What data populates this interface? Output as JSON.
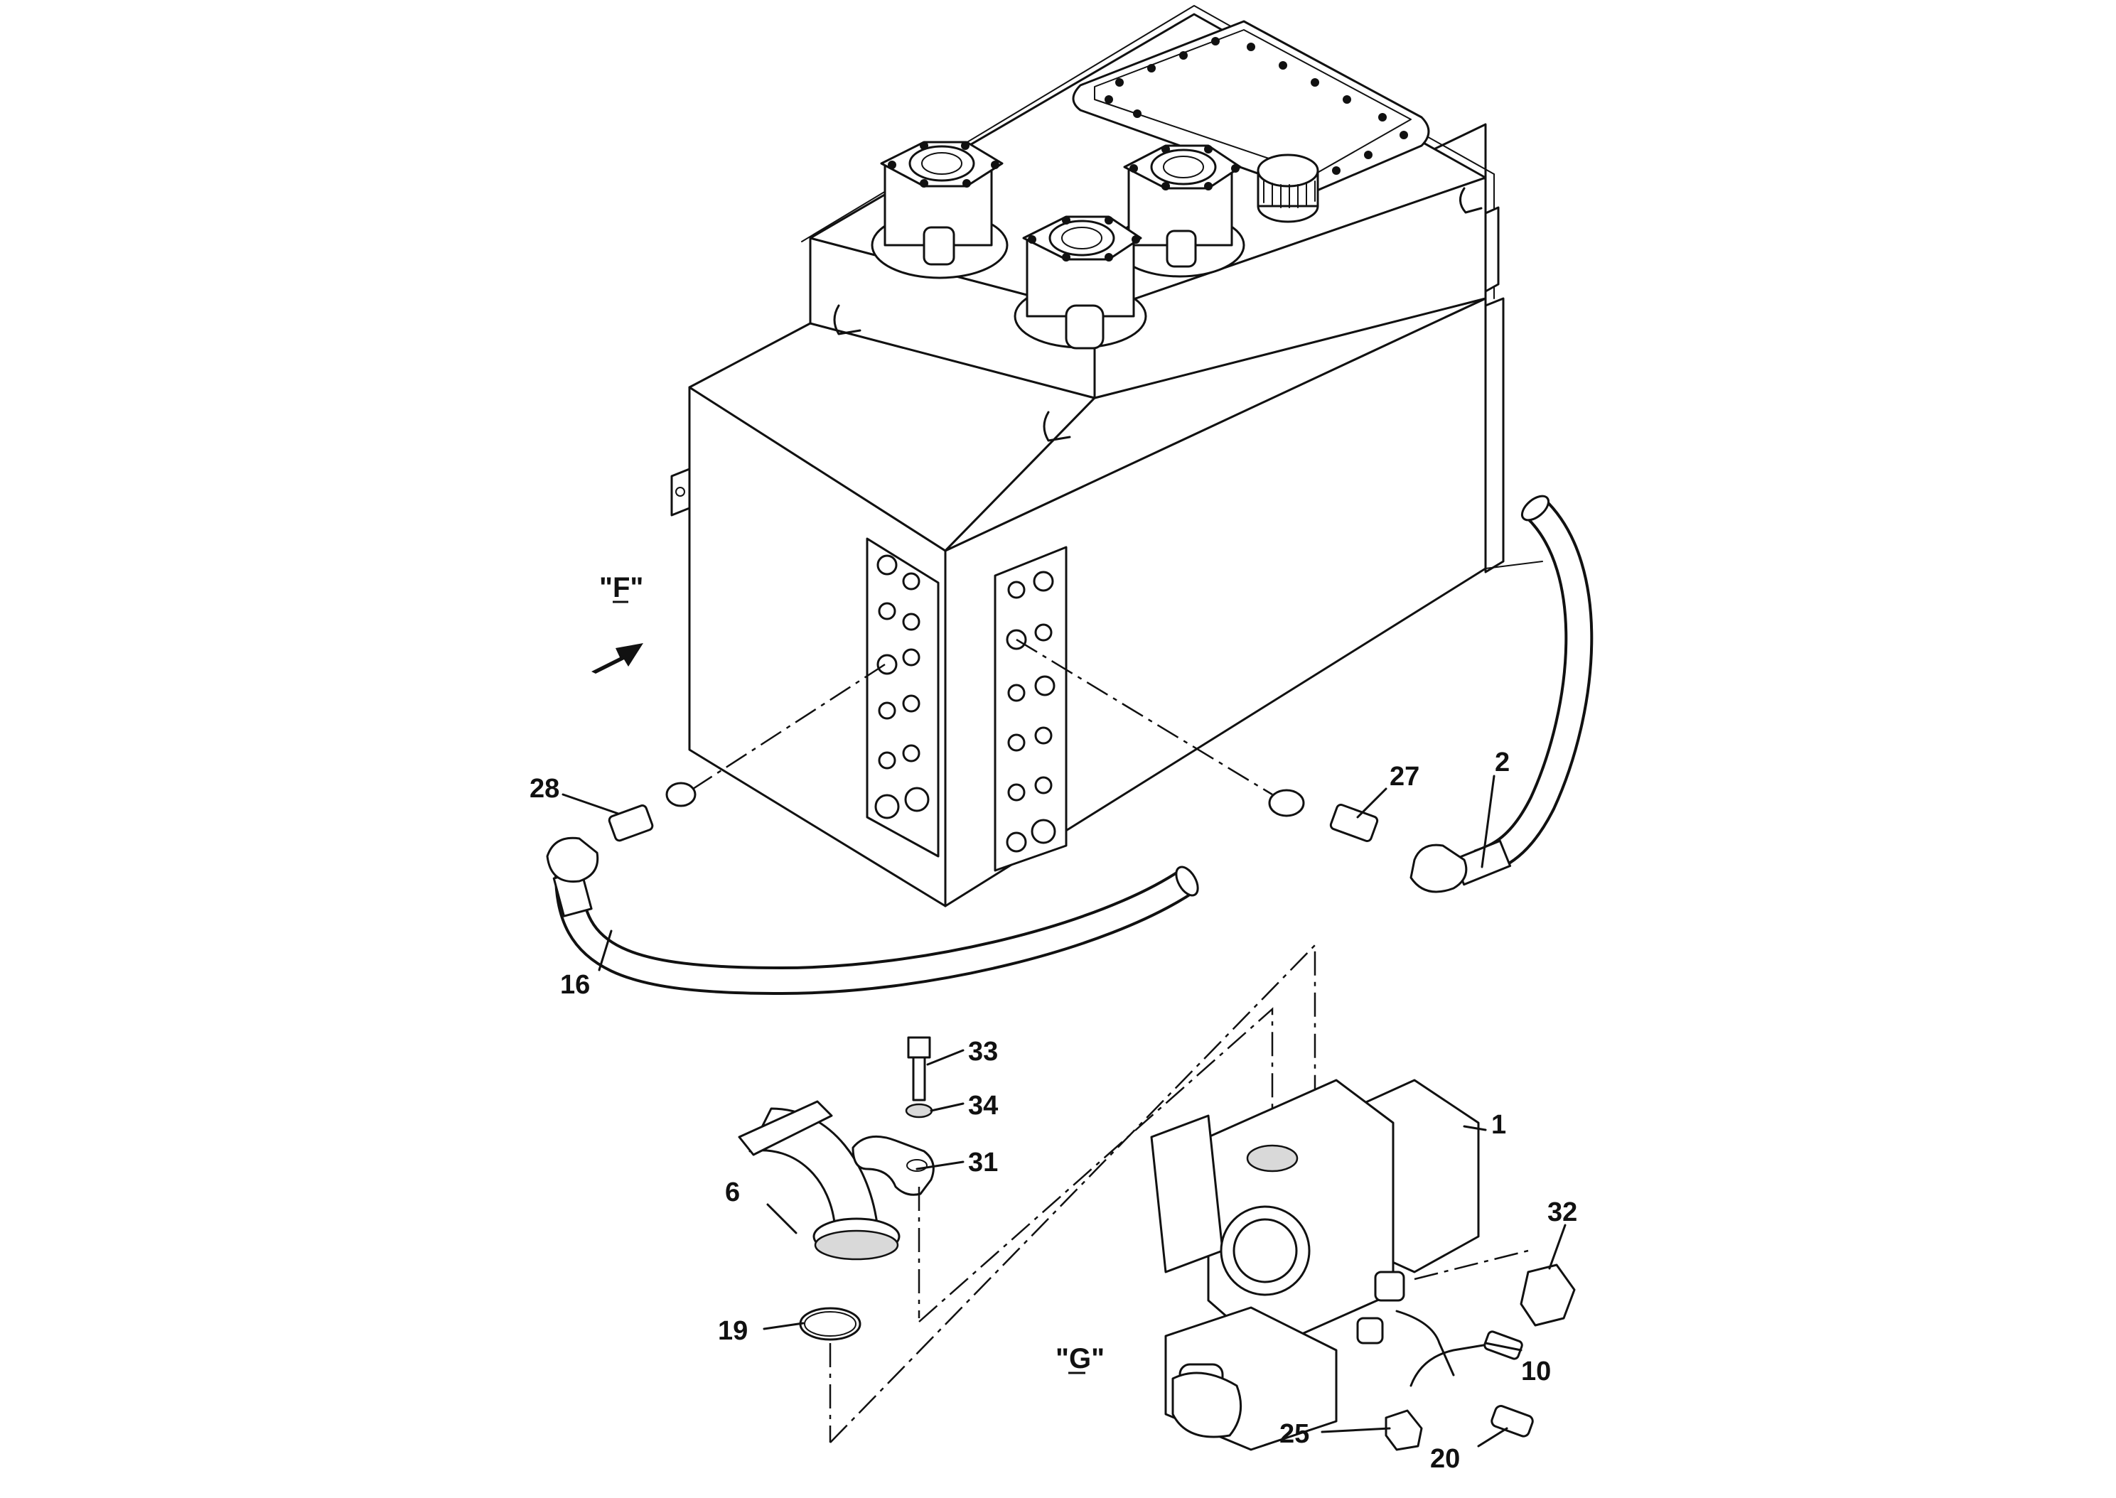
{
  "figure": {
    "view_labels": [
      {
        "id": "F",
        "text": "\"F\""
      },
      {
        "id": "G",
        "text": "\"G\""
      }
    ],
    "callouts": [
      {
        "id": "1",
        "text": "1"
      },
      {
        "id": "2",
        "text": "2"
      },
      {
        "id": "6",
        "text": "6"
      },
      {
        "id": "10",
        "text": "10"
      },
      {
        "id": "16",
        "text": "16"
      },
      {
        "id": "19",
        "text": "19"
      },
      {
        "id": "20",
        "text": "20"
      },
      {
        "id": "25",
        "text": "25"
      },
      {
        "id": "27",
        "text": "27"
      },
      {
        "id": "28",
        "text": "28"
      },
      {
        "id": "31",
        "text": "31"
      },
      {
        "id": "32",
        "text": "32"
      },
      {
        "id": "33",
        "text": "33"
      },
      {
        "id": "34",
        "text": "34"
      }
    ],
    "components": [
      "hydraulic-tank",
      "return-filter-1",
      "return-filter-2",
      "return-filter-3",
      "breather-cap",
      "inspection-cover",
      "port-block-left",
      "port-block-right",
      "hose-2",
      "hose-16",
      "suction-elbow-6",
      "o-ring-19",
      "bolt-33",
      "washer-34",
      "clamp-31",
      "pump-1",
      "elbow-32",
      "tube-10",
      "sensor-20",
      "fitting-25",
      "adapter-27",
      "adapter-28"
    ],
    "icons": {
      "view_arrow": "direction-arrow-icon"
    },
    "colors": {
      "line": "#111111",
      "background": "#ffffff",
      "shade": "#d9d9d9"
    }
  }
}
